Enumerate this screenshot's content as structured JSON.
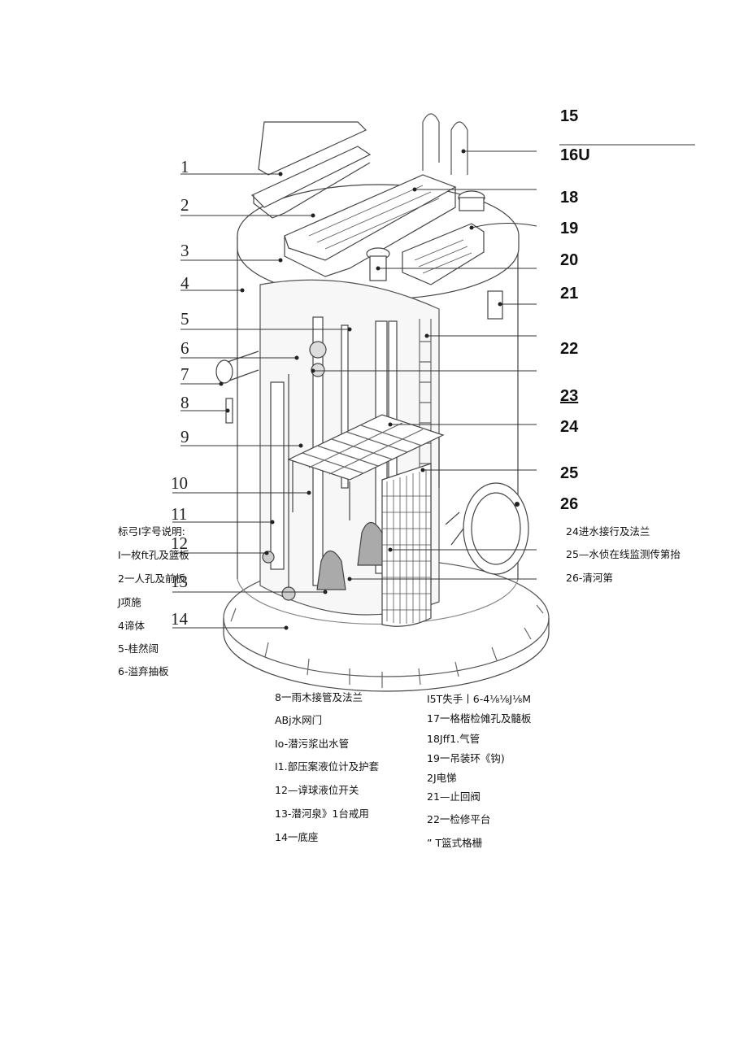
{
  "left_callouts": [
    "1",
    "2",
    "3",
    "4",
    "5",
    "6",
    "7",
    "8",
    "9",
    "10",
    "11",
    "12",
    "13",
    "14"
  ],
  "right_callouts": [
    "15",
    "16U",
    "18",
    "19",
    "20",
    "21",
    "22",
    "23",
    "24",
    "25",
    "26"
  ],
  "legend": {
    "title": "标弓I字号说明:",
    "col1": [
      "I一枚ft孔及篮板",
      "2一人孔及前板",
      "J项施",
      "4谛体",
      "5-桂然阔",
      "6-溢弃抽板"
    ],
    "col2": [
      "8一雨木接管及法兰",
      "ABj水网门",
      "Io-潜污浆出水管",
      "I1.部压案液位计及护套",
      "12—谆球液位开关",
      "13-潜河泉》1台戒用",
      "14一底座"
    ],
    "col3": [
      "I5T失手丨6-4⅛⅛J⅛M",
      "17一格楷检傩孔及髓板",
      "18Jff1.气管",
      "19一吊装环《钩)",
      "2J电悌",
      "21—止回阀",
      "22一检修平台",
      "” T篮式格栅"
    ],
    "col4": [
      "24进水接行及法兰",
      "25—水侦在线监测传第抬",
      "26-清河第"
    ]
  }
}
